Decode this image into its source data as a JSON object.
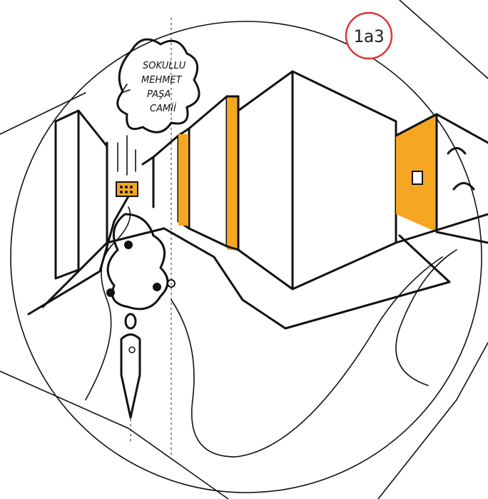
{
  "badge": {
    "label": "1a3",
    "ring_color": "#d9383a"
  },
  "thought_cloud": {
    "lines": [
      "SOKULLU",
      "MEHMET",
      "PAŞA",
      "CAMİİ"
    ]
  },
  "colors": {
    "accent": "#f5a623",
    "ink": "#111111",
    "paper": "#ffffff"
  }
}
